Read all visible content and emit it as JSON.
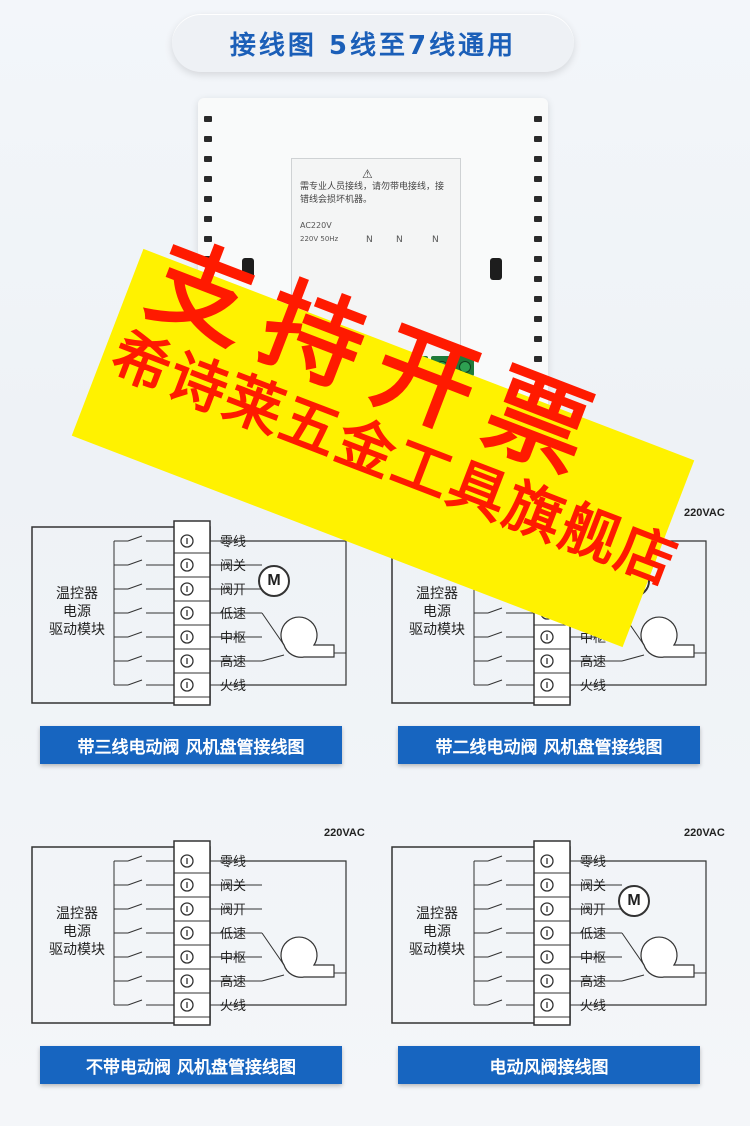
{
  "header": {
    "title": "接线图 5线至7线通用"
  },
  "device": {
    "warning_text": "需专业人员接线，请勿带电接线，接错线会损坏机器。",
    "rating_top": "AC220V",
    "rating_sub": "220V 50Hz",
    "n_marks": [
      "N",
      "N",
      "N"
    ]
  },
  "watermark": {
    "line1": "支持开票",
    "line2": "希诗莱五金工具旗舰店"
  },
  "module_text": [
    "温控器",
    "电源",
    "驱动模块"
  ],
  "motor_label": "M",
  "voltage": "220VAC",
  "terminal_labels": [
    "零线",
    "阀关",
    "阀开",
    "低速",
    "中枢",
    "高速",
    "火线"
  ],
  "diagrams": [
    {
      "caption": "带三线电动阀 风机盘管接线图"
    },
    {
      "caption": "带二线电动阀 风机盘管接线图"
    },
    {
      "caption": "不带电动阀 风机盘管接线图"
    },
    {
      "caption": "电动风阀接线图"
    }
  ],
  "colors": {
    "accent": "#1765c0",
    "title_text": "#1b5fb8",
    "watermark_bg": "#fff200",
    "watermark_text": "#ff1a00"
  }
}
